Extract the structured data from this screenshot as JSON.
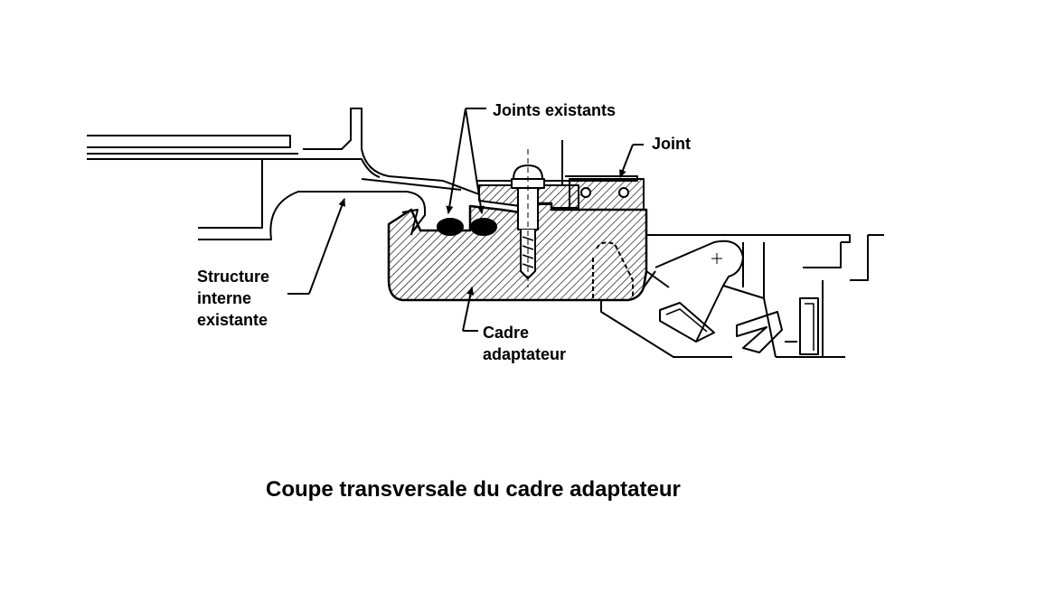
{
  "labels": {
    "joints_existants": "Joints existants",
    "joint": "Joint",
    "structure_lines": [
      "Structure",
      "interne",
      "existante"
    ],
    "cadre_lines": [
      "Cadre",
      "adaptateur"
    ]
  },
  "caption": "Coupe transversale du cadre adaptateur",
  "colors": {
    "ink": "#000000",
    "paper": "#ffffff"
  }
}
